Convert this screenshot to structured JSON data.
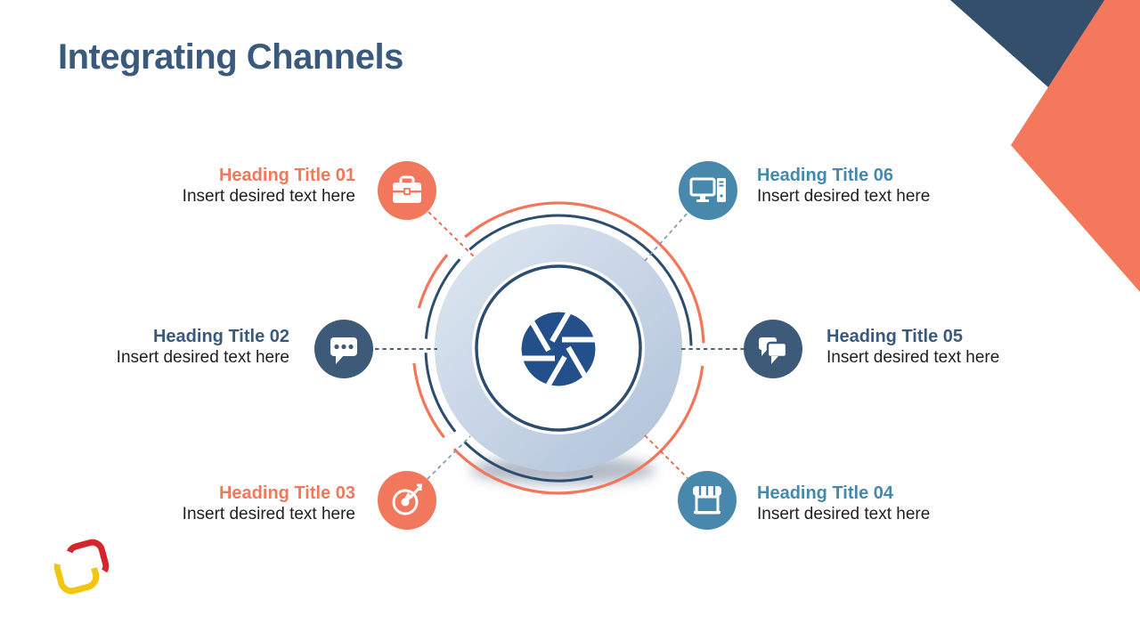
{
  "slide": {
    "title": "Integrating Channels"
  },
  "items": [
    {
      "num": "01",
      "heading": "Heading Title 01",
      "body": "Insert desired text here",
      "icon": "briefcase",
      "accent": "#f1785d",
      "side": "left"
    },
    {
      "num": "02",
      "heading": "Heading Title 02",
      "body": "Insert desired text here",
      "icon": "chat-dots",
      "accent": "#3d5a78",
      "side": "left"
    },
    {
      "num": "03",
      "heading": "Heading Title 03",
      "body": "Insert desired text here",
      "icon": "target",
      "accent": "#f1785d",
      "side": "left"
    },
    {
      "num": "04",
      "heading": "Heading Title 04",
      "body": "Insert desired text here",
      "icon": "store",
      "accent": "#4788ac",
      "side": "right"
    },
    {
      "num": "05",
      "heading": "Heading Title 05",
      "body": "Insert desired text here",
      "icon": "chat-double",
      "accent": "#3d5a78",
      "side": "right"
    },
    {
      "num": "06",
      "heading": "Heading Title 06",
      "body": "Insert desired text here",
      "icon": "computer",
      "accent": "#4788ac",
      "side": "right"
    }
  ],
  "center_icon": "aperture",
  "colors": {
    "title_text": "#3a5a7d",
    "heading_coral": "#f0785c",
    "heading_navy": "#3a5a7d",
    "heading_steel": "#4489ad",
    "body_text": "#1f1f1f",
    "arc_orange": "#f2765a",
    "arc_navy": "#2c4d70",
    "ring_light": "#dbe4ef",
    "ring_dark": "#b2c4da",
    "aperture_blue": "#23508b",
    "corner_triangle_navy": "#344f6b",
    "corner_diamond_coral": "#f4795c",
    "logo_red": "#d6262c",
    "logo_yellow": "#f2c50f",
    "dash_red": "#ed5a45",
    "dash_dark": "#3b4b5e",
    "dash_steel": "#7e99b2"
  }
}
